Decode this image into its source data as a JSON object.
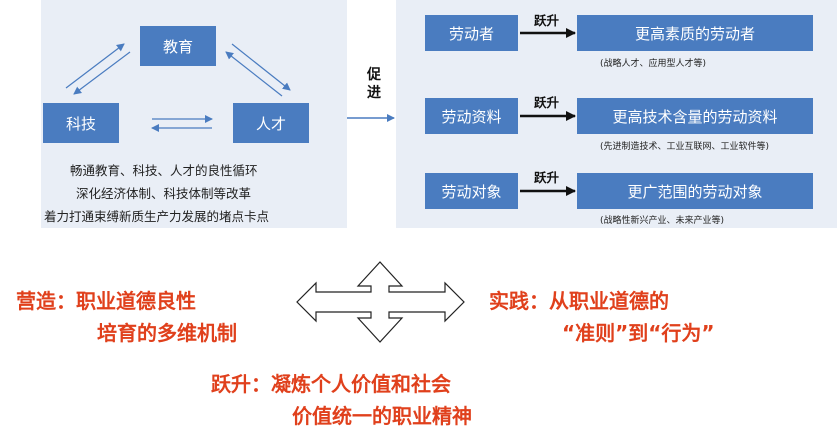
{
  "top_left": {
    "nodes": {
      "education": "教育",
      "technology": "科技",
      "talent": "人才"
    },
    "lines": [
      "畅通教育、科技、人才的良性循环",
      "深化经济体制、科技体制等改革",
      "着力打通束缚新质生产力发展的堵点卡点"
    ]
  },
  "connector_label": [
    "促",
    "进"
  ],
  "top_right": {
    "jump_label": "跃升",
    "rows": [
      {
        "left": "劳动者",
        "right": "更高素质的劳动者",
        "sub": "(战略人才、应用型人才等)"
      },
      {
        "left": "劳动资料",
        "right": "更高技术含量的劳动资料",
        "sub": "(先进制造技术、工业互联网、工业软件等)"
      },
      {
        "left": "劳动对象",
        "right": "更广范围的劳动对象",
        "sub": "(战略性新兴产业、未来产业等)"
      }
    ]
  },
  "bottom": {
    "left": [
      "营造：职业道德良性",
      "培育的多维机制"
    ],
    "right": [
      "实践：从职业道德的",
      "“准则”到“行为”"
    ],
    "bottom": [
      "跃升：凝炼个人价值和社会",
      "价值统一的职业精神"
    ]
  },
  "colors": {
    "box": "#4a7cc0",
    "accent_red": "#e0401c",
    "panel": "#e9eef6"
  }
}
